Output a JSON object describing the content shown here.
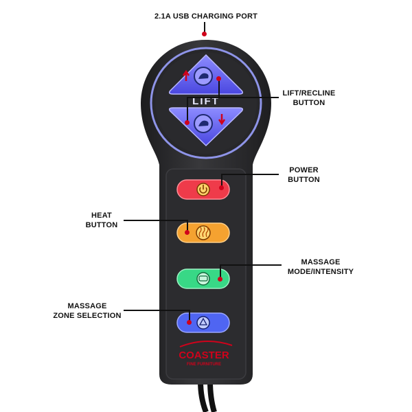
{
  "callouts": {
    "usb": "2.1A USB CHARGING PORT",
    "lift_recline_line1": "LIFT/RECLINE",
    "lift_recline_line2": "BUTTON",
    "power_line1": "POWER",
    "power_line2": "BUTTON",
    "heat_line1": "HEAT",
    "heat_line2": "BUTTON",
    "massage_mode_line1": "MASSAGE",
    "massage_mode_line2": "MODE/INTENSITY",
    "massage_zone_line1": "MASSAGE",
    "massage_zone_line2": "ZONE SELECTION"
  },
  "remote": {
    "lift_label": "LIFT",
    "brand": "COASTER",
    "brand_sub": "FINE FURNITURE"
  },
  "colors": {
    "body": "#2a2a2c",
    "lift_glow": "#6e6cf5",
    "power": "#e8283a",
    "heat": "#f39a1e",
    "massage": "#2fd27a",
    "zone": "#4c62f0",
    "callout_dot": "#d0021b"
  },
  "icons": {
    "up": "turtle-up-icon",
    "down": "turtle-down-icon",
    "power": "power-icon",
    "heat": "heat-waves-icon",
    "massage": "massage-icon",
    "zone": "recycle-zone-icon"
  }
}
